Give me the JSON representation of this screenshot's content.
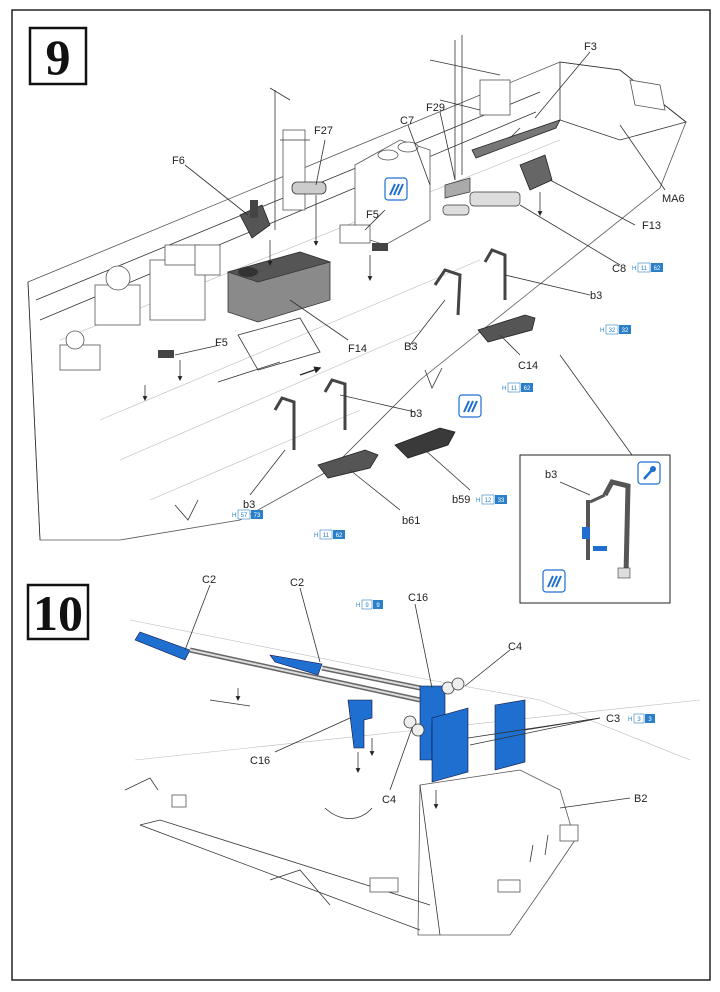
{
  "steps": [
    {
      "number": "9",
      "labels": {
        "f3": "F3",
        "f27": "F27",
        "f29": "F29",
        "c7": "C7",
        "f6": "F6",
        "ma6": "MA6",
        "f5a": "F5",
        "f13": "F13",
        "c8": "C8",
        "b3a": "b3",
        "f5b": "F5",
        "f14": "F14",
        "b3b": "B3",
        "c14": "C14",
        "b3c": "b3",
        "b3d": "b3",
        "b61": "b61",
        "b59": "b59"
      },
      "paint_codes": {
        "c8": [
          "H",
          "11",
          "62"
        ],
        "c14a": [
          "H",
          "32",
          "32"
        ],
        "c14b": [
          "H",
          "11",
          "62"
        ],
        "b3": [
          "H",
          "57",
          "73"
        ],
        "b61": [
          "H",
          "11",
          "62"
        ],
        "b59": [
          "H",
          "12",
          "33"
        ]
      },
      "detail": {
        "label": "b3"
      }
    },
    {
      "number": "10",
      "labels": {
        "c2a": "C2",
        "c2b": "C2",
        "c16a": "C16",
        "c4a": "C4",
        "c3": "C3",
        "c16b": "C16",
        "c4b": "C4",
        "b2": "B2"
      },
      "paint_codes": {
        "c2": [
          "H",
          "9",
          "9"
        ],
        "c3": [
          "H",
          "3",
          "3"
        ]
      }
    }
  ],
  "colors": {
    "part_blue": "#1f6fd1",
    "code_blue": "#2a7fc9",
    "part_dark": "#4a4a4a",
    "frame": "#222222"
  }
}
